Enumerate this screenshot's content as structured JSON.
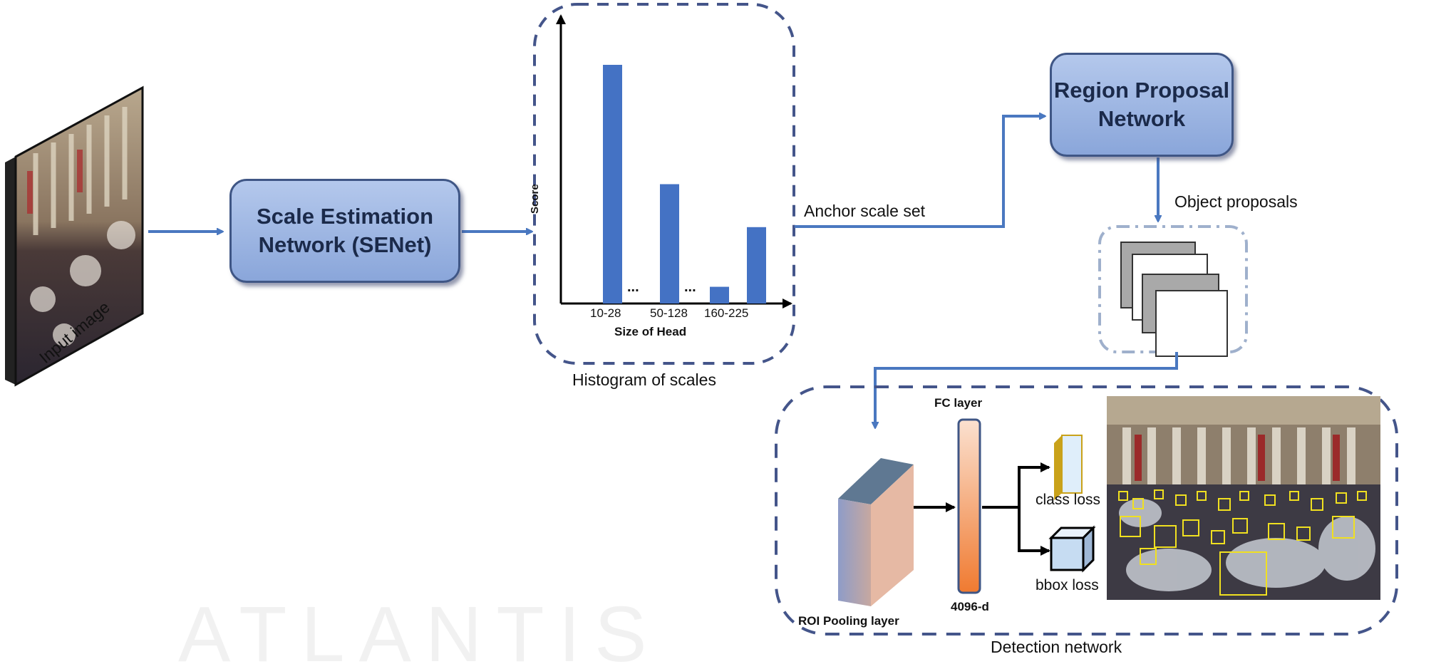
{
  "input": {
    "label": "Input image"
  },
  "senet": {
    "line1": "Scale Estimation",
    "line2": "Network (SENet)"
  },
  "histogram": {
    "caption": "Histogram of scales"
  },
  "anchor": {
    "label": "Anchor scale set"
  },
  "rpn": {
    "line1": "Region Proposal",
    "line2": "Network"
  },
  "proposals": {
    "label": "Object proposals"
  },
  "detection": {
    "caption": "Detection network",
    "roi_label": "ROI Pooling layer",
    "fc_label": "FC layer",
    "fc_dim": "4096-d",
    "class_loss": "class loss",
    "bbox_loss": "bbox loss"
  },
  "watermark": "ATLANTIS",
  "colors": {
    "arrow": "#4a78c0",
    "bar": "#4472c4",
    "dash": "#44558a",
    "box": "#9bb4e2"
  },
  "chart_data": {
    "type": "bar",
    "ylabel": "Score",
    "xlabel": "Size of Head",
    "categories": [
      "10-28",
      "50-128",
      "160-225",
      ""
    ],
    "tick_labels": [
      "10-28",
      "50-128",
      "160-225"
    ],
    "ellipsis": "...",
    "values": [
      1.0,
      0.5,
      0.07,
      0.32
    ],
    "grid": false
  }
}
